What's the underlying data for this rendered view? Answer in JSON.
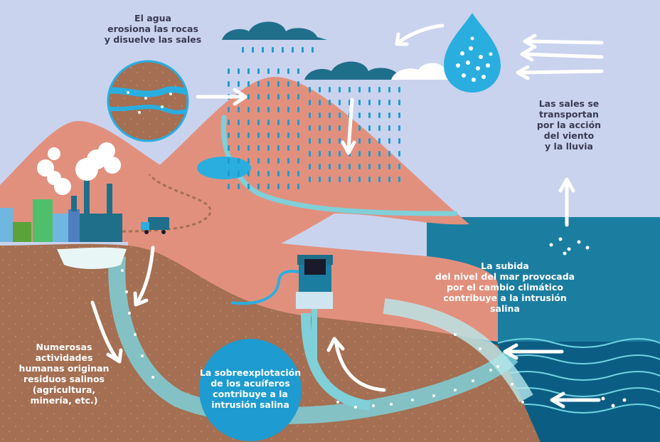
{
  "labels": {
    "rock_erosion": [
      "El agua",
      "erosiona las rocas",
      "y disuelve las sales"
    ],
    "salt_transport": [
      "Las sales se",
      "transportan",
      "por la acción",
      "del viento",
      "y la lluvia"
    ],
    "sea_level": [
      "La subida",
      "del nivel del mar provocada",
      "por el cambio climático",
      "contribuye a la intrusión",
      "salina"
    ],
    "human_waste": [
      "Numerosas",
      "actividades",
      "humanas originan",
      "residuos salinos",
      "(agricultura,",
      "minería, etc.)"
    ],
    "overexploitation": [
      "La sobreexplotación",
      "de los acuíferos",
      "contribuye a la",
      "intrusión salina"
    ]
  },
  "colors": {
    "sky": "#c9d3ee",
    "sea": "#1b7ea1",
    "sea_deep": "#0b5d83",
    "mountain": "#e2907e",
    "soil": "#a46f52",
    "cloud_dark": "#1f6f8b",
    "rain": "#1e9bd0",
    "drop": "#2aaee0",
    "groundwater": "#7fd0d8",
    "text_dark": "#3a3a52",
    "text_light": "#ffffff"
  }
}
